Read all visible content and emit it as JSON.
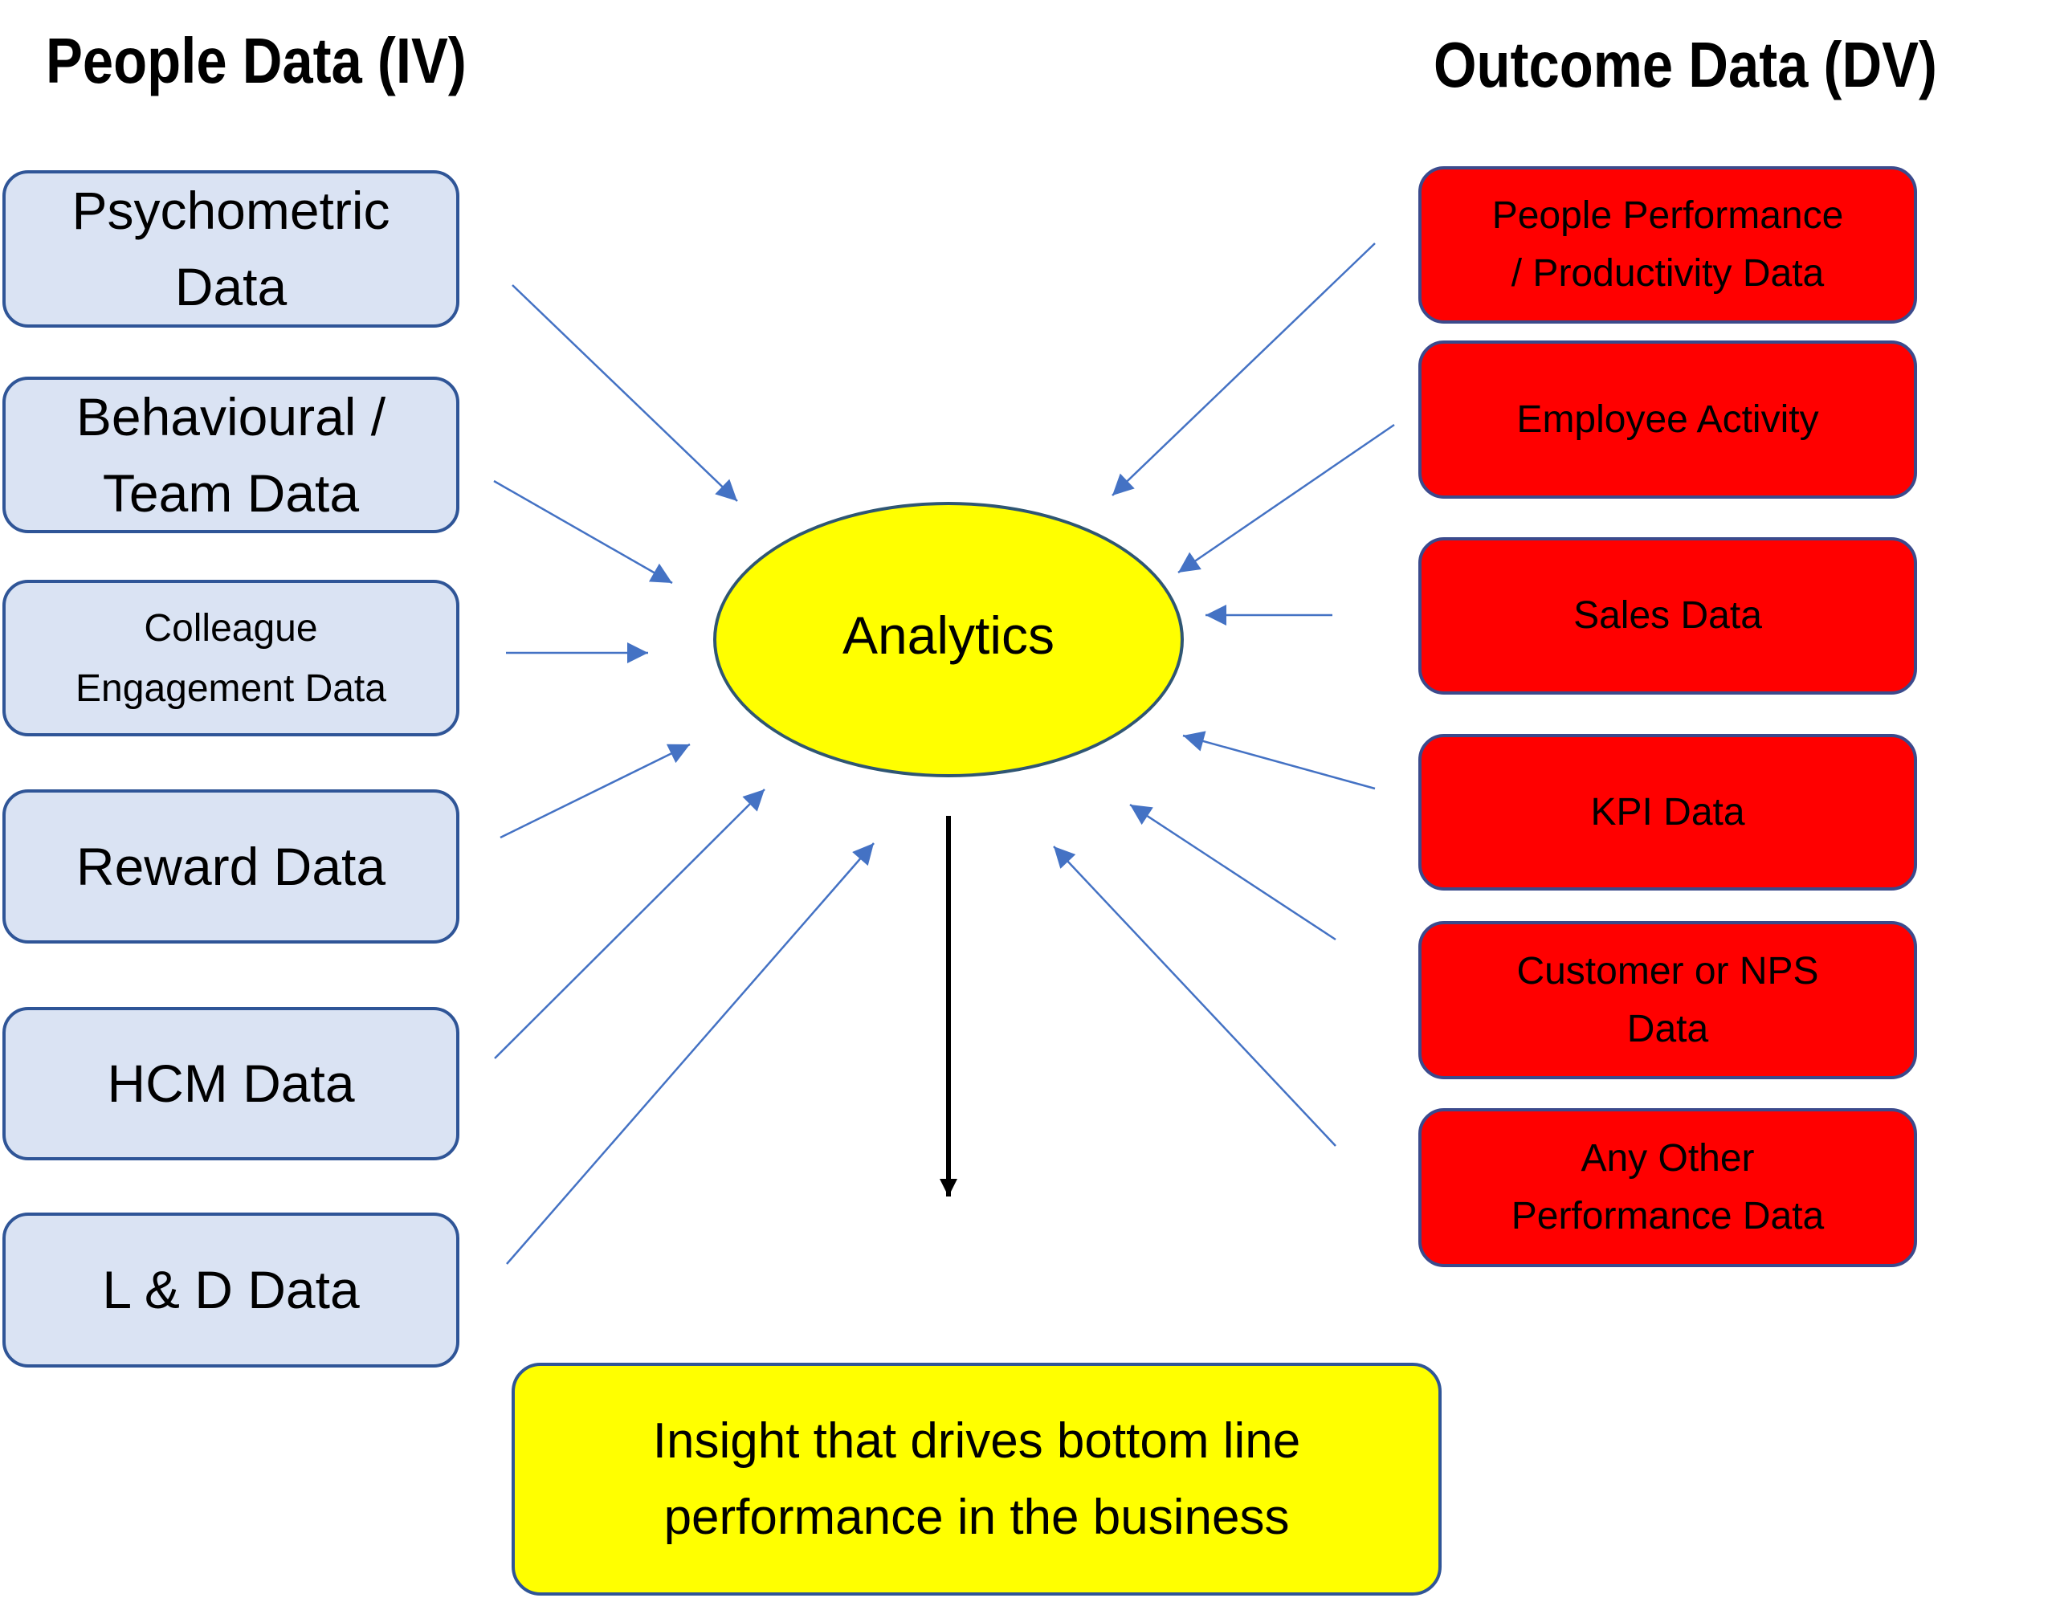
{
  "headings": {
    "independent": "People Data (IV)",
    "dependent": "Outcome Data (DV)"
  },
  "people_data": [
    {
      "label": "Psychometric\nData"
    },
    {
      "label": "Behavioural /\nTeam Data"
    },
    {
      "label": "Colleague\nEngagement Data"
    },
    {
      "label": "Reward Data"
    },
    {
      "label": "HCM Data"
    },
    {
      "label": "L & D Data"
    }
  ],
  "outcome_data": [
    {
      "label": "People Performance\n/ Productivity Data"
    },
    {
      "label": "Employee Activity"
    },
    {
      "label": "Sales Data"
    },
    {
      "label": "KPI Data"
    },
    {
      "label": "Customer or NPS\nData"
    },
    {
      "label": "Any Other\nPerformance Data"
    }
  ],
  "center": {
    "label": "Analytics"
  },
  "result": {
    "label": "Insight that drives bottom line\nperformance in the business"
  },
  "colors": {
    "people_fill": "#DAE3F3",
    "people_border": "#2F5597",
    "outcome_fill": "#FF0000",
    "center_fill": "#FFFF00",
    "result_fill": "#FFFF00",
    "input_arrow": "#4472C4",
    "output_arrow": "#000000"
  }
}
